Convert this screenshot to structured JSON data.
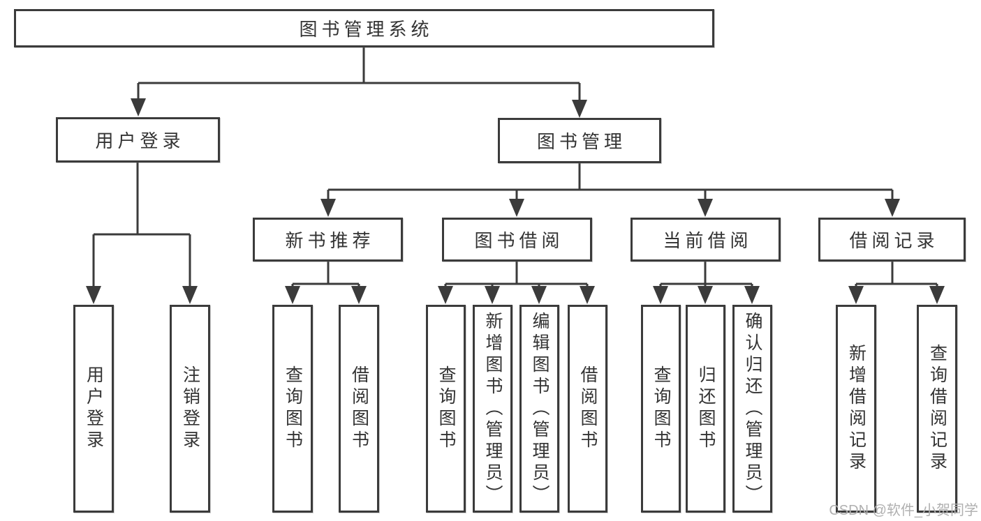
{
  "diagram": {
    "watermark": "CSDN @软件_小贺同学",
    "colors": {
      "line": "#3b3b3b",
      "text": "#333333",
      "watermark": "#b0b0b0",
      "background": "#ffffff"
    },
    "nodes": {
      "root": "图书管理系统",
      "userLogin": {
        "label": "用户登录",
        "children": [
          "用户登录",
          "注销登录"
        ]
      },
      "bookMgmt": {
        "label": "图书管理",
        "children": [
          {
            "label": "新书推荐",
            "children": [
              "查询图书",
              "借阅图书"
            ]
          },
          {
            "label": "图书借阅",
            "children": [
              "查询图书",
              "新增图书（管理员）",
              "编辑图书（管理员）",
              "借阅图书"
            ]
          },
          {
            "label": "当前借阅",
            "children": [
              "查询图书",
              "归还图书",
              "确认归还（管理员）"
            ]
          },
          {
            "label": "借阅记录",
            "children": [
              "新增借阅记录",
              "查询借阅记录"
            ]
          }
        ]
      }
    }
  }
}
